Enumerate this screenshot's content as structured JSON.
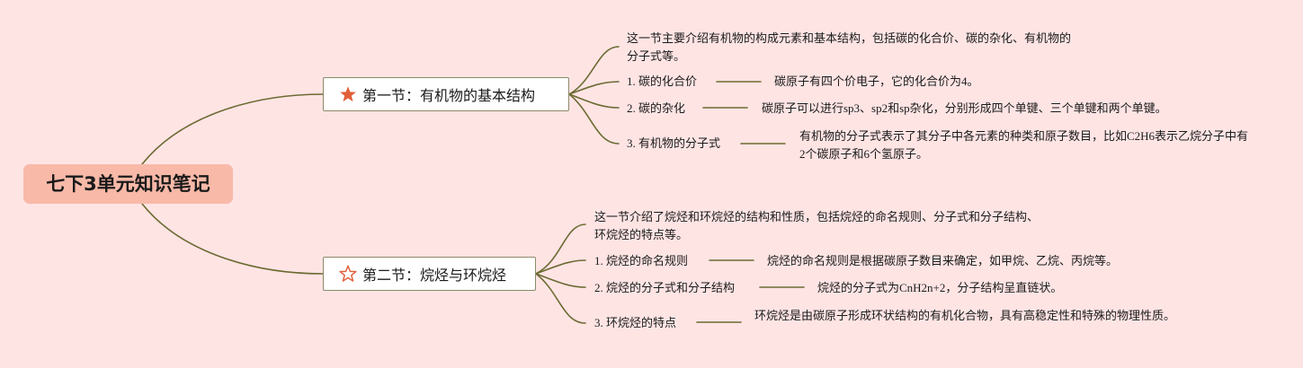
{
  "root": {
    "title": "七下3单元知识笔记"
  },
  "sections": [
    {
      "title": "第一节：有机物的基本结构",
      "icon": "filled-star-icon",
      "summary": "这一节主要介绍有机物的构成元素和基本结构，包括碳的化合价、碳的杂化、有机物的分子式等。",
      "points": [
        {
          "label": "1. 碳的化合价",
          "detail": "碳原子有四个价电子，它的化合价为4。"
        },
        {
          "label": "2. 碳的杂化",
          "detail": "碳原子可以进行sp3、sp2和sp杂化，分别形成四个单键、三个单键和两个单键。"
        },
        {
          "label": "3. 有机物的分子式",
          "detail": "有机物的分子式表示了其分子中各元素的种类和原子数目，比如C2H6表示乙烷分子中有2个碳原子和6个氢原子。"
        }
      ]
    },
    {
      "title": "第二节：烷烃与环烷烃",
      "icon": "outline-star-icon",
      "summary": "这一节介绍了烷烃和环烷烃的结构和性质，包括烷烃的命名规则、分子式和分子结构、环烷烃的特点等。",
      "points": [
        {
          "label": "1. 烷烃的命名规则",
          "detail": "烷烃的命名规则是根据碳原子数目来确定，如甲烷、乙烷、丙烷等。"
        },
        {
          "label": "2. 烷烃的分子式和分子结构",
          "detail": "烷烃的分子式为CnH2n+2，分子结构呈直链状。"
        },
        {
          "label": "3. 环烷烃的特点",
          "detail": "环烷烃是由碳原子形成环状结构的有机化合物，具有高稳定性和特殊的物理性质。"
        }
      ]
    }
  ],
  "colors": {
    "background": "#FFE4E4",
    "root_fill": "#F8B9A8",
    "connector": "#6B6B32",
    "star": "#E0603A"
  }
}
